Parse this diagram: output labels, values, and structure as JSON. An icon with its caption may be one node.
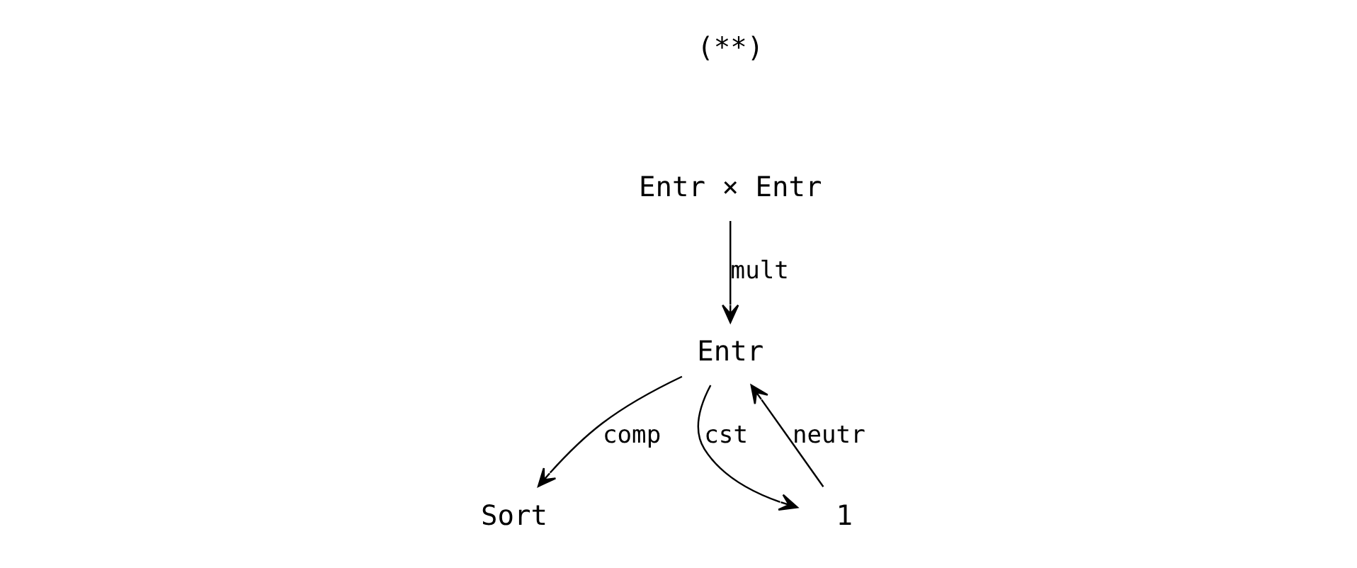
{
  "diagram": {
    "nodes": [
      {
        "text": [
          "Entr × Entr"
        ]
      },
      {
        "text": [
          "Entr"
        ]
      },
      {
        "text": [
          "Sort"
        ]
      },
      {
        "text": [
          "1"
        ]
      }
    ],
    "edges": [
      {
        "from": 0,
        "to": 1,
        "arrow": "to",
        "label": "mult"
      },
      {
        "from": 1,
        "to": 2,
        "arrow": "to",
        "label": "comp"
      },
      {
        "from": 1,
        "to": 3,
        "arrow": "to",
        "label": "cst"
      },
      {
        "from": 3,
        "to": 1,
        "arrow": "to",
        "label": "neutr"
      }
    ],
    "labels": [
      "(**)"
    ]
  }
}
